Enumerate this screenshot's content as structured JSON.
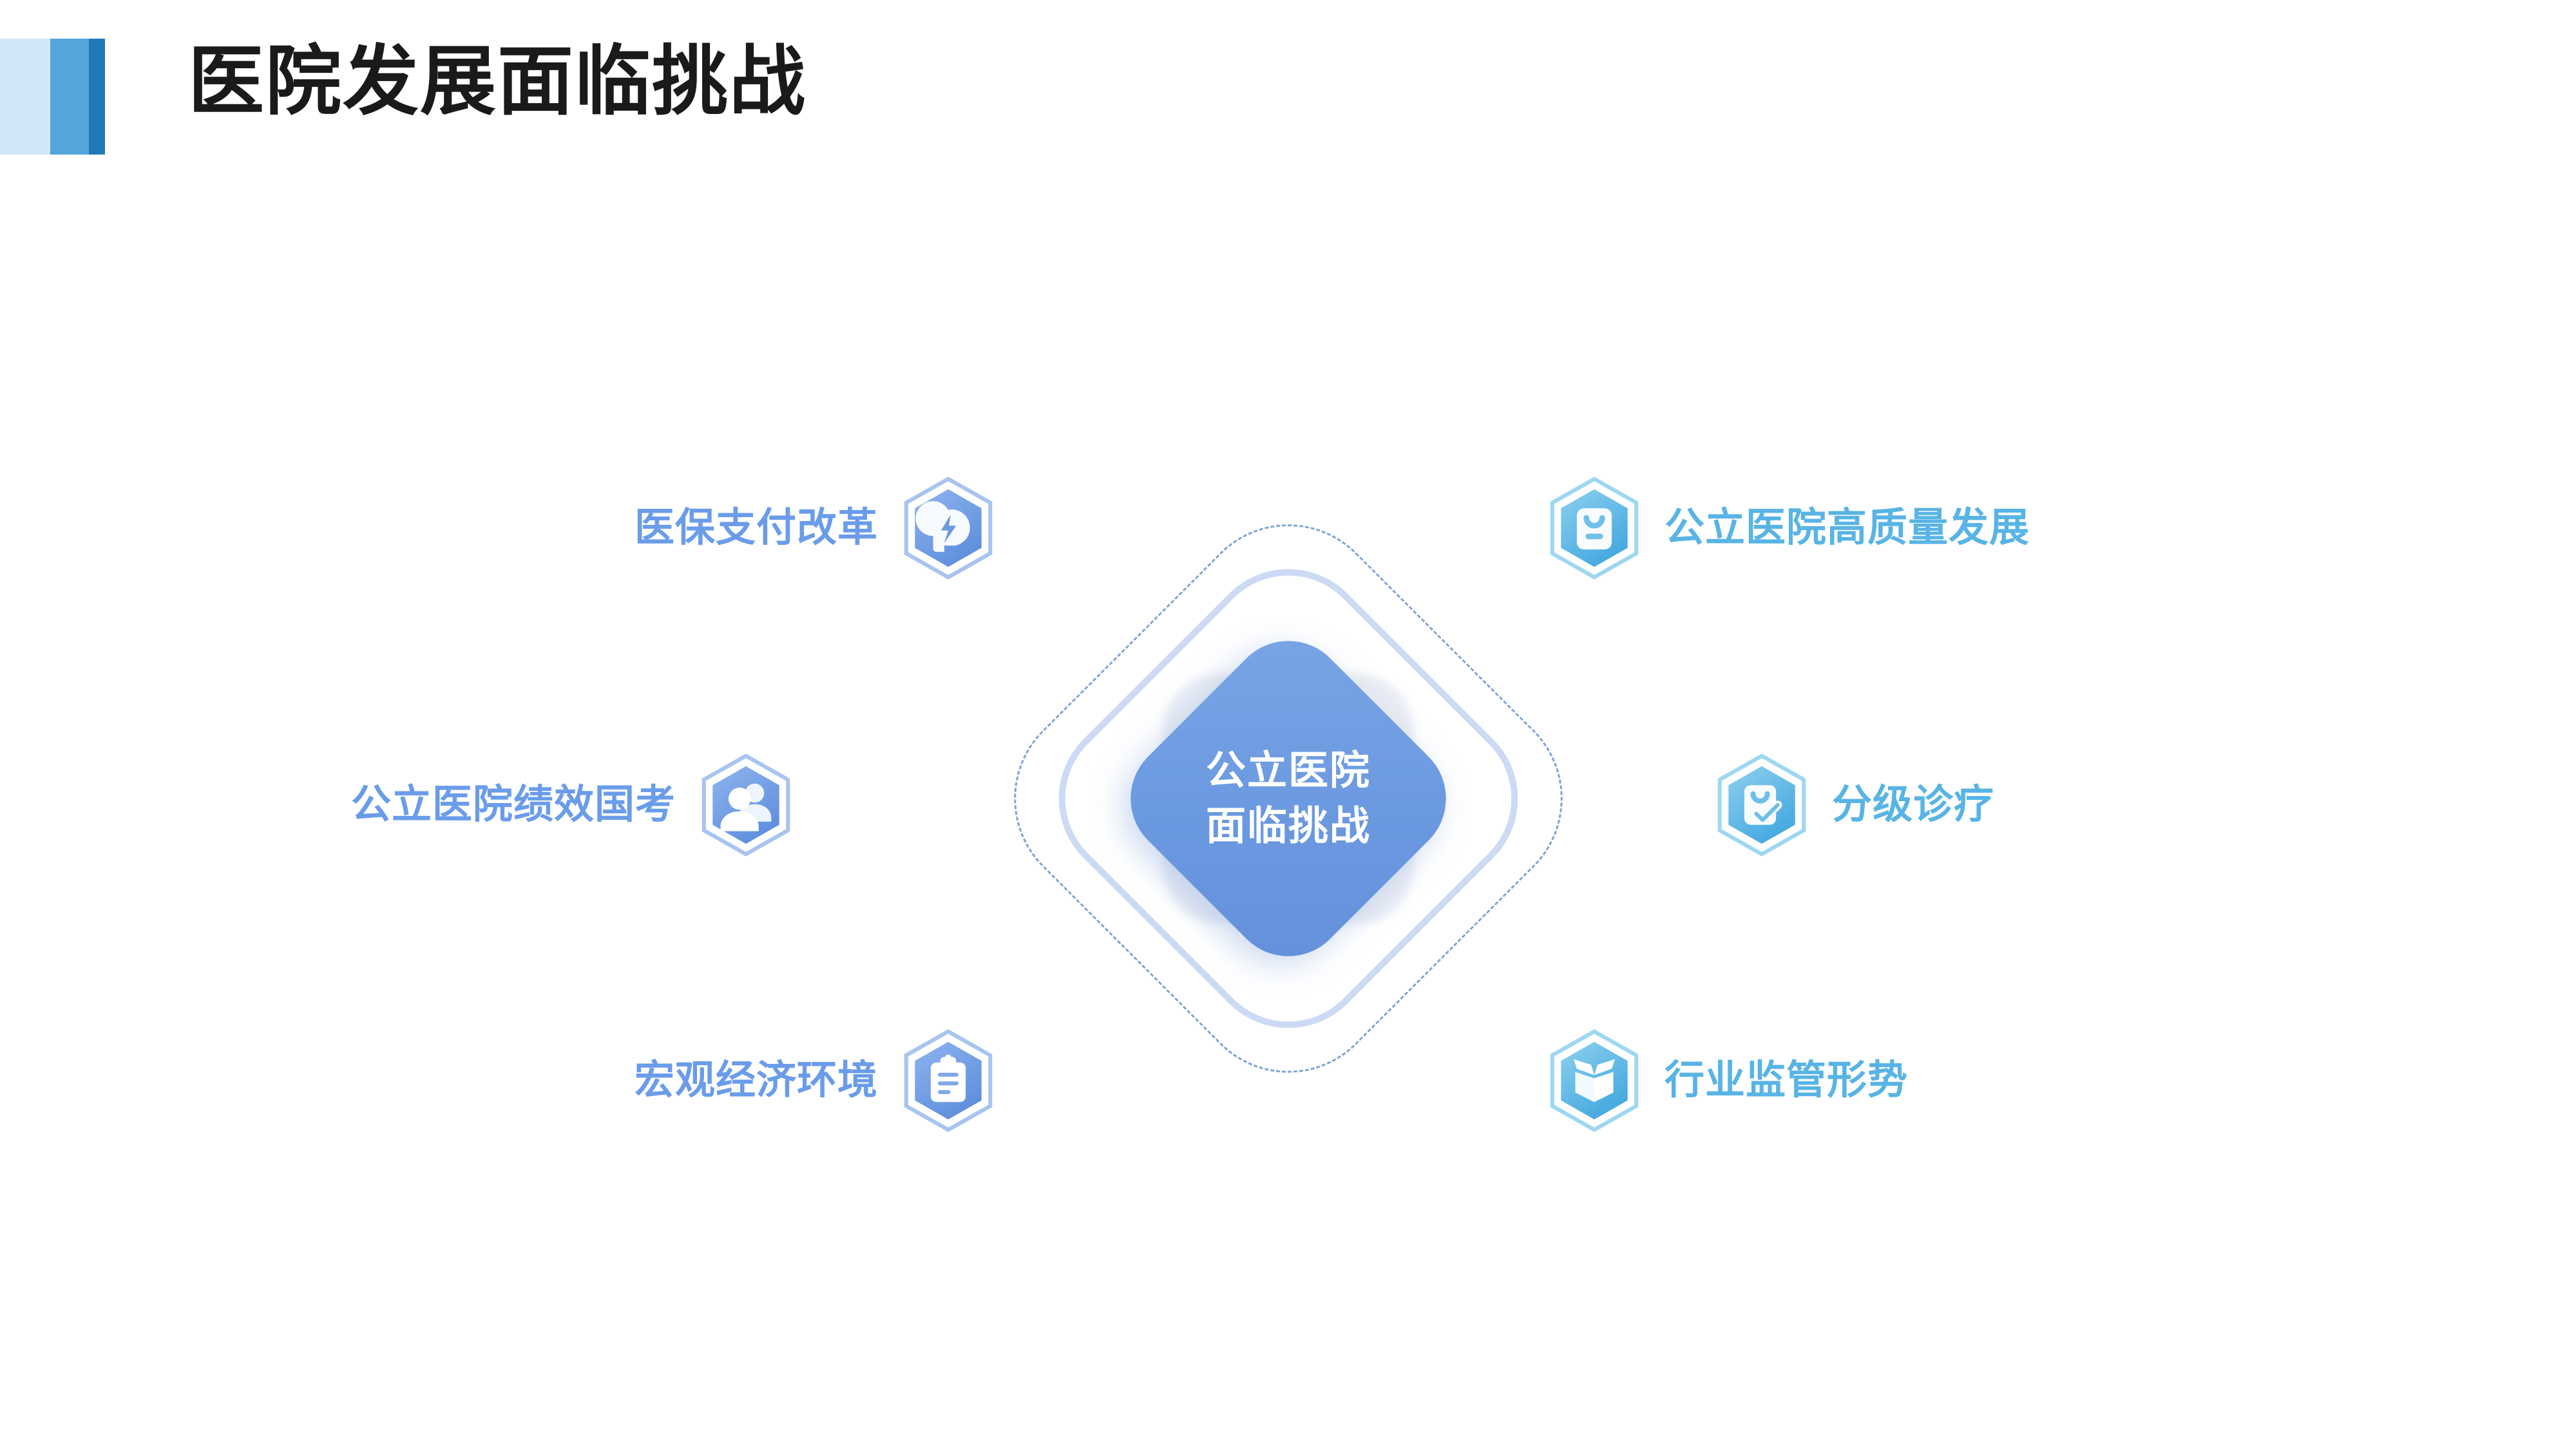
{
  "slide": {
    "title": "医院发展面临挑战",
    "accent_colors": [
      "#cfe6f6",
      "#55a5dd",
      "#1f7ab8"
    ]
  },
  "diagram": {
    "center": {
      "line1": "公立医院",
      "line2": "面临挑战",
      "fill_color": "#6b99e0",
      "text_color": "#ffffff"
    },
    "nodes": [
      {
        "label": "医保支付改革",
        "icon": "brain-bolt-icon",
        "side": "left",
        "label_color": "#6a9cea",
        "hex_from": "#8fb4ee",
        "hex_to": "#5f8fdd"
      },
      {
        "label": "公立医院绩效国考",
        "icon": "users-icon",
        "side": "left",
        "label_color": "#6a9cea",
        "hex_from": "#8fb4ee",
        "hex_to": "#5f8fdd"
      },
      {
        "label": "宏观经济环境",
        "icon": "clipboard-lines-icon",
        "side": "left",
        "label_color": "#6a9cea",
        "hex_from": "#8fb4ee",
        "hex_to": "#5f8fdd"
      },
      {
        "label": "公立医院高质量发展",
        "icon": "clipboard-icon",
        "side": "right",
        "label_color": "#58b4e5",
        "hex_from": "#8ed0ef",
        "hex_to": "#45a9e0"
      },
      {
        "label": "分级诊疗",
        "icon": "clipboard-check-icon",
        "side": "right",
        "label_color": "#58b4e5",
        "hex_from": "#8ed0ef",
        "hex_to": "#45a9e0"
      },
      {
        "label": "行业监管形势",
        "icon": "open-box-icon",
        "side": "right",
        "label_color": "#58b4e5",
        "hex_from": "#8ed0ef",
        "hex_to": "#45a9e0"
      }
    ]
  }
}
